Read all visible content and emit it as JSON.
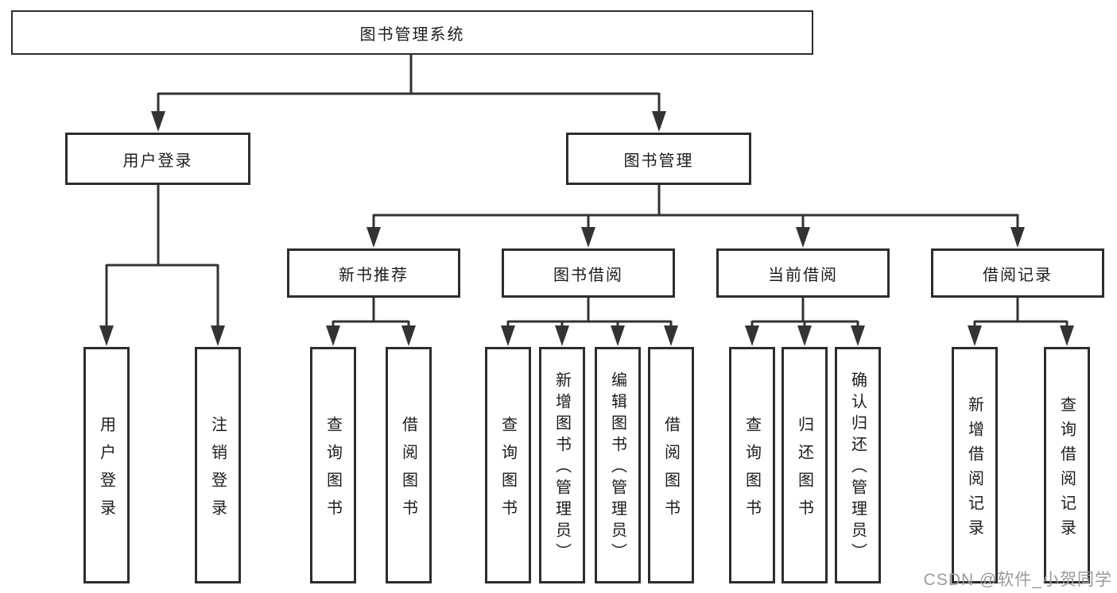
{
  "diagram": {
    "root": "图书管理系统",
    "branches": [
      {
        "label": "用户登录",
        "children": [
          "用户登录",
          "注销登录"
        ]
      },
      {
        "label": "图书管理",
        "groups": [
          {
            "label": "新书推荐",
            "children": [
              "查询图书",
              "借阅图书"
            ]
          },
          {
            "label": "图书借阅",
            "children": [
              "查询图书",
              "新增图书（管理员）",
              "编辑图书（管理员）",
              "借阅图书"
            ]
          },
          {
            "label": "当前借阅",
            "children": [
              "查询图书",
              "归还图书",
              "确认归还（管理员）"
            ]
          },
          {
            "label": "借阅记录",
            "children": [
              "新增借阅记录",
              "查询借阅记录"
            ]
          }
        ]
      }
    ]
  },
  "watermark": "CSDN @软件_小贺同学",
  "colors": {
    "line": "#333333",
    "box_border": "#2d2d2d",
    "box_fill": "#ffffff",
    "text": "#1c1c1c",
    "watermark": "#9a9a9a",
    "background": "#ffffff"
  }
}
